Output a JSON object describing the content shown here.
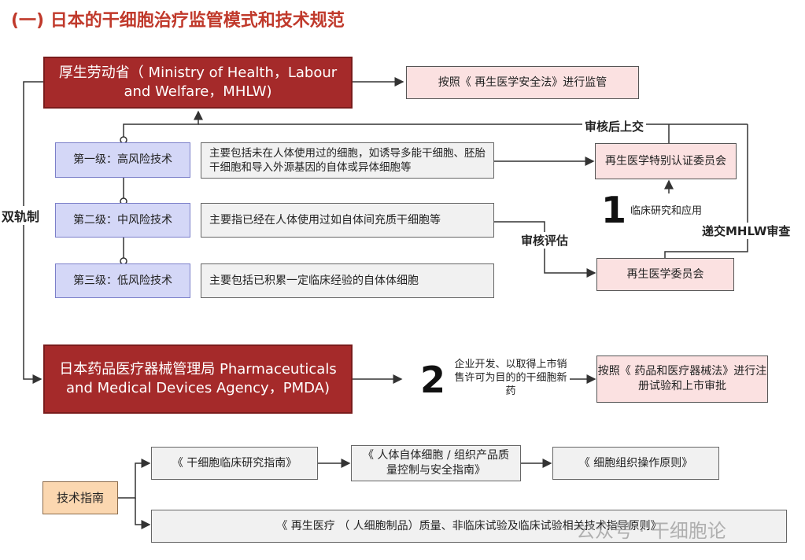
{
  "title": "(一) 日本的干细胞治疗监管模式和技术规范",
  "mhlw": "厚生劳动省（ Ministry of Health，Labour and Welfare，MHLW)",
  "regen_law": "按照《 再生医学安全法》进行监管",
  "audit_submit": "审核后上交",
  "levels": [
    {
      "label": "第一级：高风险技术",
      "desc": "主要包括未在人体使用过的细胞，如诱导多能干细胞、胚胎干细胞和导入外源基因的自体或异体细胞等"
    },
    {
      "label": "第二级：中风险技术",
      "desc": "主要指已经在人体使用过如自体间充质干细胞等"
    },
    {
      "label": "第三级：低风险技术",
      "desc": "主要包括已积累一定临床经验的自体体细胞"
    }
  ],
  "special_committee": "再生医学特别认证委员会",
  "regen_committee": "再生医学委员会",
  "num1": "1",
  "clinical": "临床研究和应用",
  "submit_mhlw": "递交MHLW审查",
  "review_eval": "审核评估",
  "dual_track": "双轨制",
  "pmda": "日本药品医疗器械管理局 Pharmaceuticals and Medical Devices Agency，PMDA)",
  "num2": "2",
  "pmda_desc": "企业开发、以取得上市销售许可为目的的干细胞新药",
  "pmd_law": "按照《 药品和医疗器械法》进行注册试验和上市审批",
  "tech_guide": "技术指南",
  "guides": [
    "《 干细胞临床研究指南》",
    "《 人体自体细胞 / 组织产品质量控制与安全指南》",
    "《 细胞组织操作原则》",
    "《 再生医疗 （ 人细胞制品）质量、非临床试验及临床试验相关技术指导原则》"
  ],
  "watermark": "公众号 · 干细胞论"
}
